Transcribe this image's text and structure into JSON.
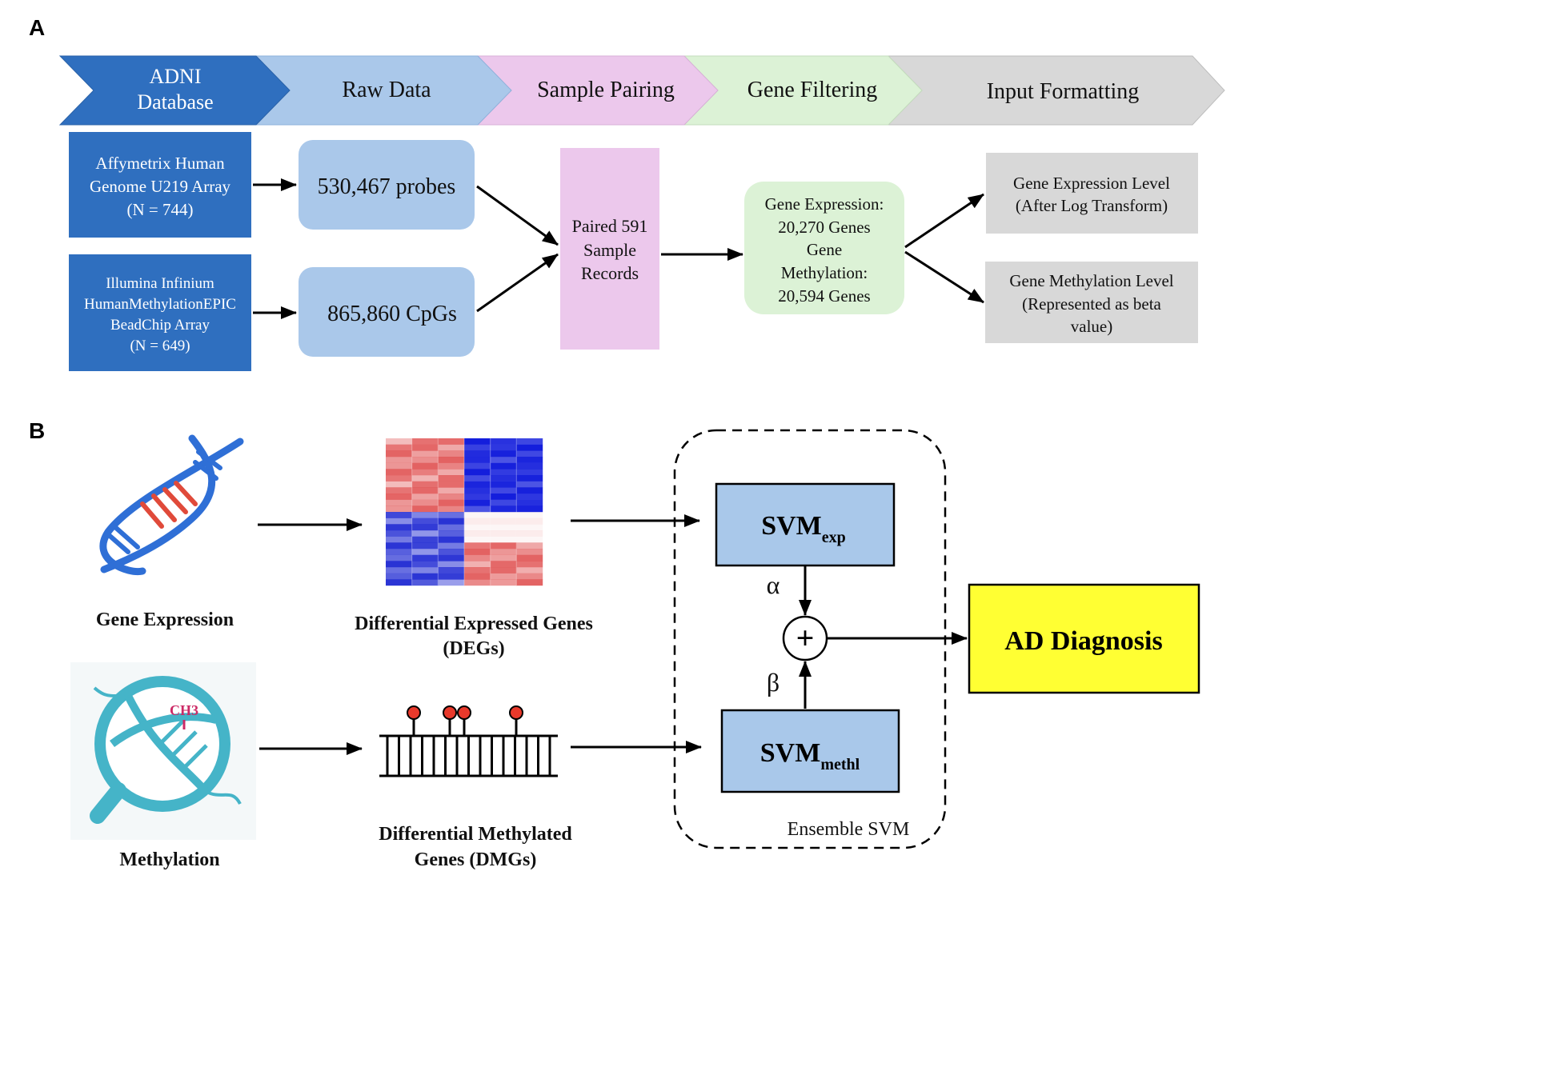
{
  "panel_a": {
    "letter": "A",
    "stages": [
      {
        "line1": "ADNI",
        "line2": "Database",
        "color": "#2f6fbf",
        "text_color": "#ffffff"
      },
      {
        "line1": "Raw Data",
        "line2": "",
        "color": "#aac8ea",
        "text_color": "#111111"
      },
      {
        "line1": "Sample Pairing",
        "line2": "",
        "color": "#ecc8ec",
        "text_color": "#111111"
      },
      {
        "line1": "Gene Filtering",
        "line2": "",
        "color": "#dcf2d6",
        "text_color": "#111111"
      },
      {
        "line1": "Input Formatting",
        "line2": "",
        "color": "#d8d8d8",
        "text_color": "#111111"
      }
    ],
    "sources": [
      {
        "lines": [
          "Affymetrix Human",
          "Genome U219 Array",
          "(N = 744)"
        ]
      },
      {
        "lines": [
          "Illumina Infinium",
          "HumanMethylationEPIC",
          "BeadChip Array",
          "(N = 649)"
        ]
      }
    ],
    "raw": [
      {
        "text": "530,467 probes"
      },
      {
        "text": "865,860 CpGs"
      }
    ],
    "paired": {
      "lines": [
        "Paired 591",
        "Sample",
        "Records"
      ]
    },
    "filtered": {
      "lines": [
        "Gene Expression:",
        "20,270 Genes",
        "Gene",
        "Methylation:",
        "20,594 Genes"
      ]
    },
    "outputs": [
      {
        "lines": [
          "Gene Expression Level",
          "(After Log Transform)"
        ]
      },
      {
        "lines": [
          "Gene Methylation Level",
          "(Represented as beta",
          "value)"
        ]
      }
    ],
    "colors": {
      "source_box": "#2f6fbf",
      "raw_box": "#aac8ea",
      "paired_box": "#ecc8ec",
      "filtered_box": "#dcf2d6",
      "output_box": "#d8d8d8"
    }
  },
  "panel_b": {
    "letter": "B",
    "gene_expression_label": "Gene Expression",
    "methylation_label": "Methylation",
    "ch3_label": "CH3",
    "degs_label": [
      "Differential Expressed Genes",
      "(DEGs)"
    ],
    "dmgs_label": [
      "Differential Methylated",
      "Genes (DMGs)"
    ],
    "svm_exp": {
      "main": "SVM",
      "sub": "exp"
    },
    "svm_methl": {
      "main": "SVM",
      "sub": "methl"
    },
    "alpha": "α",
    "beta": "β",
    "plus": "+",
    "ensemble_label": "Ensemble SVM",
    "diagnosis": "AD Diagnosis",
    "colors": {
      "svm_box": "#a9c8ea",
      "diagnosis_box": "#ffff33",
      "dna_blue": "#2f6fd6",
      "dna_red": "#e04a3a",
      "magnifier": "#45b4c8",
      "ch3": "#cc2a66",
      "lollipop": "#e8392b"
    }
  }
}
